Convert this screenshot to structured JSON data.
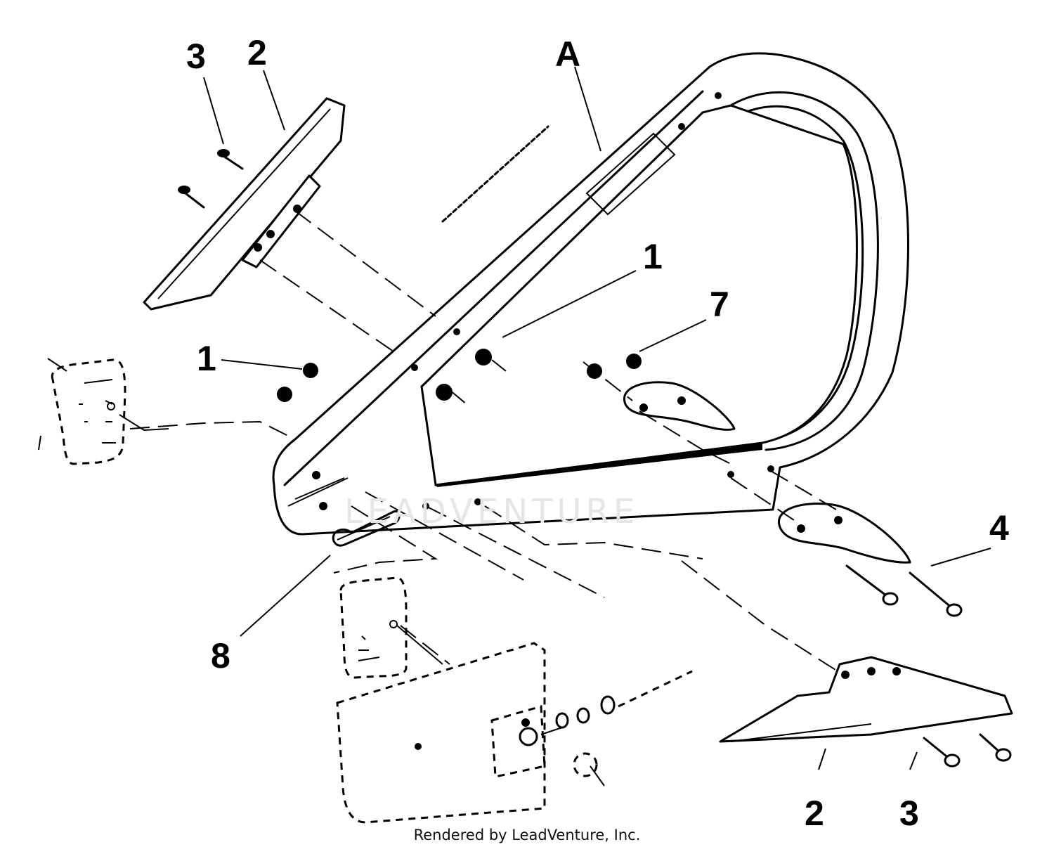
{
  "diagram": {
    "callouts": [
      {
        "id": "callout-3-top",
        "label": "3"
      },
      {
        "id": "callout-2-top",
        "label": "2"
      },
      {
        "id": "callout-a",
        "label": "A"
      },
      {
        "id": "callout-1-right",
        "label": "1"
      },
      {
        "id": "callout-7",
        "label": "7"
      },
      {
        "id": "callout-1-left",
        "label": "1"
      },
      {
        "id": "callout-4",
        "label": "4"
      },
      {
        "id": "callout-8",
        "label": "8"
      },
      {
        "id": "callout-2-bottom",
        "label": "2"
      },
      {
        "id": "callout-3-bottom",
        "label": "3"
      }
    ],
    "watermark": "LEADVENTURE",
    "footer": "Rendered by LeadVenture, Inc."
  }
}
